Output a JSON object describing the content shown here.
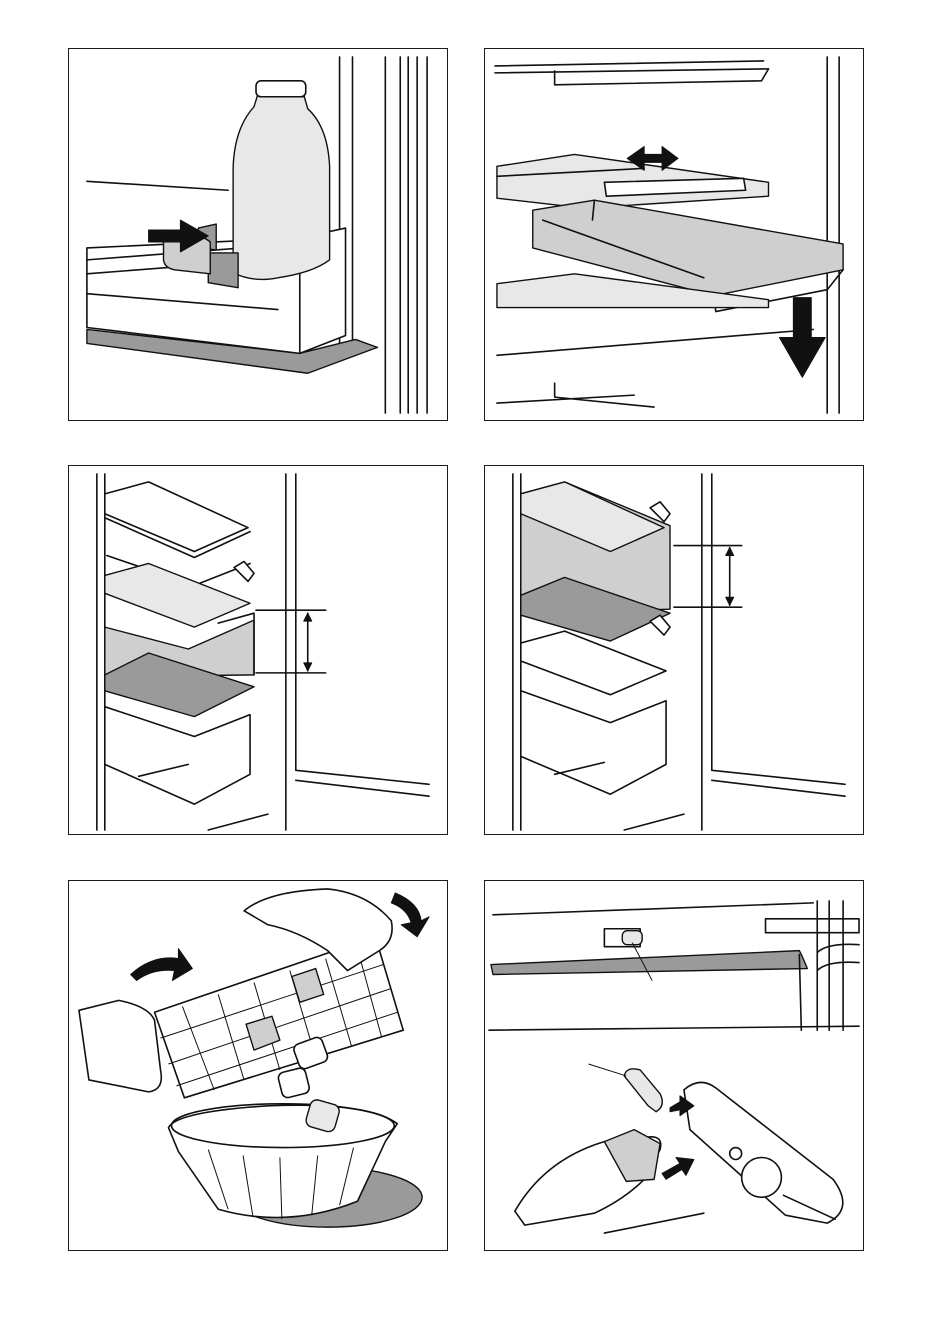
{
  "page": {
    "title": "",
    "colors": {
      "line": "#111111",
      "shade_light": "#e8e8e8",
      "shade_mid": "#cfcfcf",
      "shade_dark": "#9a9a9a"
    }
  },
  "figures": [
    {
      "id": "door-shelf-bottle-holder",
      "icon": "push-right-arrow-icon"
    },
    {
      "id": "sliding-shelf-drawer",
      "icon": "slide-left-right-arrow-icon"
    },
    {
      "id": "shelf-position-lower",
      "icon": "distance-arrow-icon"
    },
    {
      "id": "shelf-position-upper",
      "icon": "distance-arrow-icon"
    },
    {
      "id": "ice-cube-tray",
      "icon": "twist-arrow-icon"
    },
    {
      "id": "light-bulb-replacement",
      "icon": "remove-arrow-icon"
    }
  ]
}
